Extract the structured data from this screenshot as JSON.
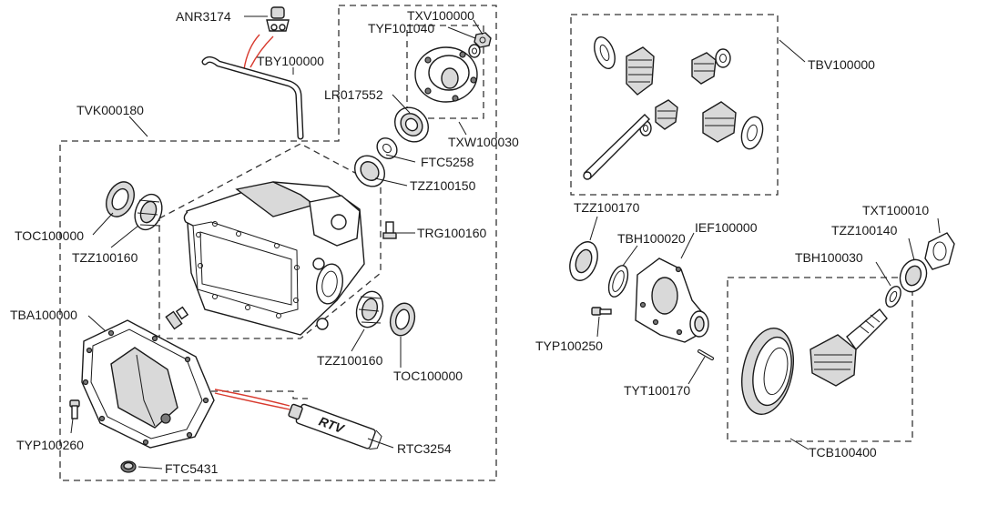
{
  "colors": {
    "line": "#1a1a1a",
    "sealant_lead": "#d83a2e",
    "background": "#ffffff"
  },
  "labels": {
    "anr3174": "ANR3174",
    "txv100000": "TXV100000",
    "tyf101040": "TYF101040",
    "tby100000": "TBY100000",
    "lr017552": "LR017552",
    "tvk000180": "TVK000180",
    "txw100030": "TXW100030",
    "ftc5258": "FTC5258",
    "tzz100150": "TZZ100150",
    "trg100160": "TRG100160",
    "toc100000_left": "TOC100000",
    "tzz100160_left": "TZZ100160",
    "tba100000": "TBA100000",
    "tzz100160_bottom": "TZZ100160",
    "toc100000_bottom": "TOC100000",
    "typ100260": "TYP100260",
    "ftc5431": "FTC5431",
    "rtc3254": "RTC3254",
    "rtv_tube_text": "RTV",
    "tbv100000": "TBV100000",
    "tzz100170": "TZZ100170",
    "tbh100020": "TBH100020",
    "ief100000": "IEF100000",
    "txt100010": "TXT100010",
    "tzz100140": "TZZ100140",
    "tbh100030": "TBH100030",
    "typ100250": "TYP100250",
    "tyt100170": "TYT100170",
    "tcb100400": "TCB100400"
  }
}
